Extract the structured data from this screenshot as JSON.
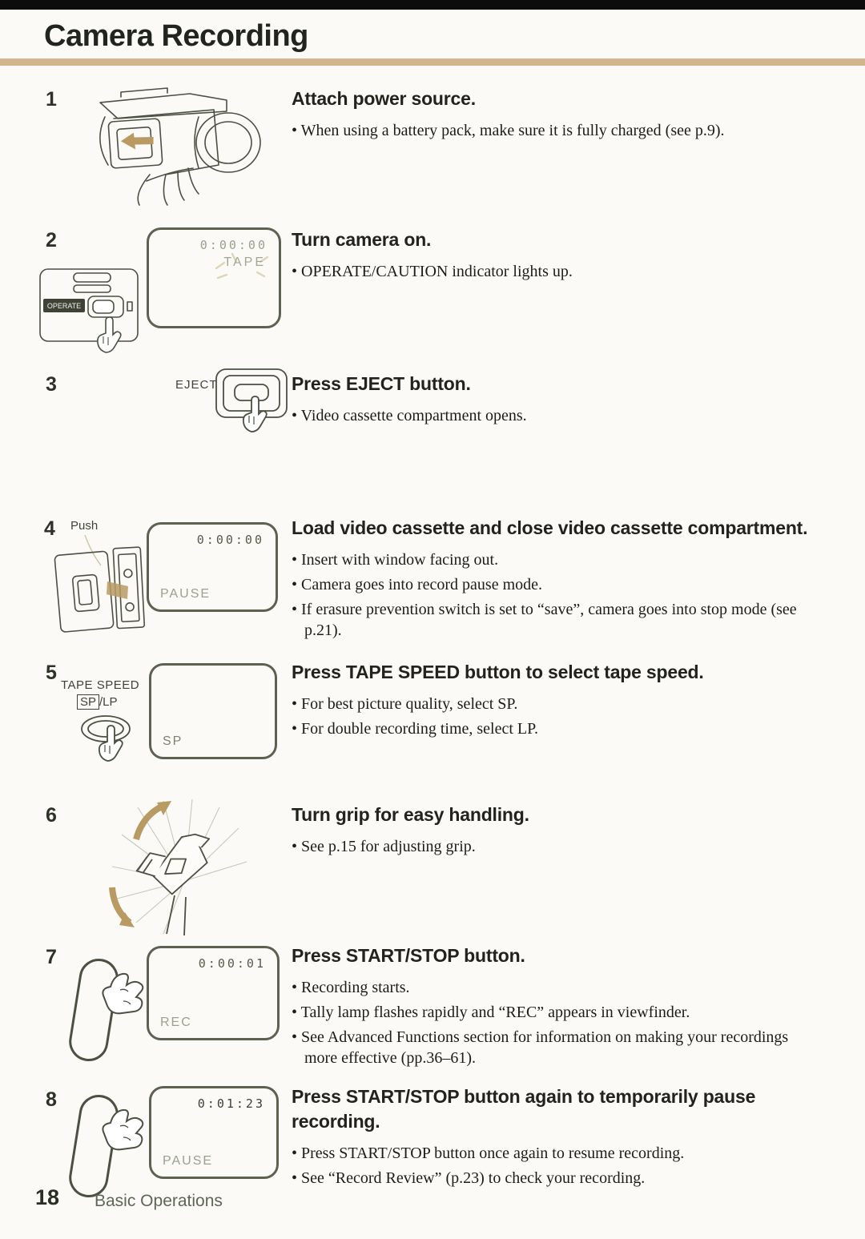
{
  "colors": {
    "accent_tan_rule": "#d2b58d",
    "arrow_tan": "#b99a63",
    "ink": "#1e1f1a",
    "viewfinder_dim_text": "#9aa18e",
    "footer_text": "#5e6657"
  },
  "page": {
    "title": "Camera Recording",
    "page_number": "18",
    "footer_label": "Basic Operations"
  },
  "steps": [
    {
      "number": "1",
      "heading": "Attach power source.",
      "bullets": [
        "When using a battery pack, make sure it is fully charged (see p.9)."
      ]
    },
    {
      "number": "2",
      "heading": "Turn camera on.",
      "bullets": [
        "OPERATE/CAUTION indicator lights up."
      ],
      "switch_label": "OPERATE",
      "viewfinder": {
        "counter": "0:00:00",
        "indicator": "TAPE"
      }
    },
    {
      "number": "3",
      "heading": "Press EJECT button.",
      "bullets": [
        "Video cassette compartment opens."
      ],
      "button_label": "EJECT"
    },
    {
      "number": "4",
      "push_label": "Push",
      "heading": "Load video cassette and close video cassette compartment.",
      "bullets": [
        "Insert with window facing out.",
        "Camera goes into record pause mode.",
        "If erasure prevention switch is set to “save”, camera goes into stop mode (see p.21)."
      ],
      "viewfinder": {
        "counter": "0:00:00",
        "status": "PAUSE"
      }
    },
    {
      "number": "5",
      "button_label": "TAPE SPEED",
      "speed_primary": "SP",
      "speed_secondary": "/LP",
      "heading": "Press TAPE SPEED button to select tape speed.",
      "bullets": [
        "For best picture quality, select SP.",
        "For double recording time, select LP."
      ],
      "viewfinder": {
        "status": "SP"
      }
    },
    {
      "number": "6",
      "heading": "Turn grip for easy handling.",
      "bullets": [
        "See p.15 for adjusting grip."
      ]
    },
    {
      "number": "7",
      "heading": "Press START/STOP button.",
      "bullets": [
        "Recording starts.",
        "Tally lamp flashes rapidly and “REC” appears in viewfinder.",
        "See Advanced Functions section for information on making your recordings more effective (pp.36–61)."
      ],
      "viewfinder": {
        "counter": "0:00:01",
        "status": "REC"
      }
    },
    {
      "number": "8",
      "heading": "Press START/STOP button again to temporarily pause recording.",
      "bullets": [
        "Press START/STOP button once again to resume recording.",
        "See “Record Review” (p.23) to check your recording."
      ],
      "viewfinder": {
        "counter": "0:01:23",
        "status": "PAUSE"
      }
    }
  ]
}
